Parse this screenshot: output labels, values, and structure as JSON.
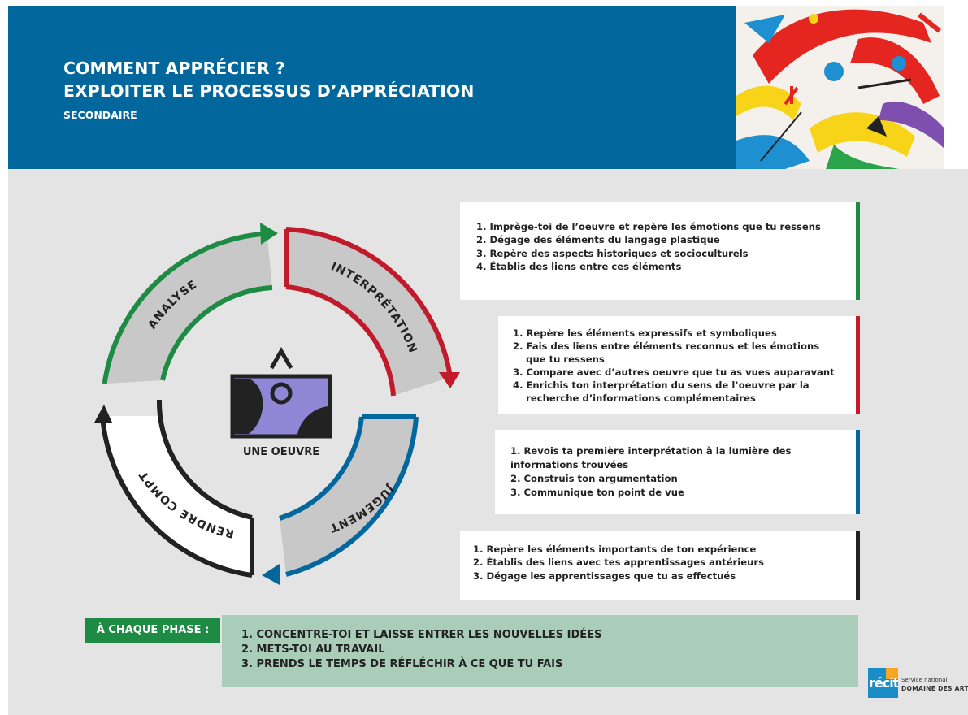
{
  "header": {
    "title_line1": "COMMENT APPRÉCIER ?",
    "title_line2": "EXPLOITER LE PROCESSUS D’APPRÉCIATION",
    "subtitle": "SECONDAIRE"
  },
  "cycle": {
    "center_label": "UNE OEUVRE",
    "segments": [
      {
        "label": "ANALYSE",
        "color": "#1d8b43"
      },
      {
        "label": "INTERPRÉTATION",
        "color": "#c11a2a"
      },
      {
        "label": "JUGEMENT",
        "color": "#02679d"
      },
      {
        "label": "RENDRE COMPTE",
        "color": "#222222"
      }
    ]
  },
  "cards": [
    {
      "color": "#1d8b43",
      "items": [
        "1. Imprège-toi de l’oeuvre et repère les émotions que tu ressens",
        "2. Dégage des éléments du langage plastique",
        "3. Repère des aspects historiques et socioculturels",
        "4.  Établis des liens entre ces éléments"
      ]
    },
    {
      "color": "#c11a2a",
      "items": [
        "1. Repère les éléments expressifs et symboliques",
        "2. Fais des liens entre éléments reconnus et les émotions",
        "    que tu ressens",
        "3. Compare avec d’autres oeuvre que tu as vues auparavant",
        "4. Enrichis ton interprétation du sens de l’oeuvre par la",
        "    recherche d’informations complémentaires"
      ]
    },
    {
      "color": "#02679d",
      "items": [
        "1. Revois ta première interprétation à la lumière des",
        "informations trouvées",
        "2. Construis ton argumentation",
        "3. Communique ton point de vue"
      ]
    },
    {
      "color": "#222222",
      "items": [
        "1. Repère les éléments importants de ton expérience",
        "2. Établis des liens avec tes apprentissages antérieurs",
        "3. Dégage les apprentissages que tu as effectués"
      ]
    }
  ],
  "each_phase": {
    "label": "À CHAQUE PHASE :",
    "items": [
      "1. CONCENTRE-TOI ET LAISSE ENTRER LES NOUVELLES IDÉES",
      "2. METS-TOI AU TRAVAIL",
      "3. PRENDS LE TEMPS DE RÉFLÉCHIR À CE QUE TU FAIS"
    ]
  },
  "logo": {
    "word": "récit",
    "line1": "Service national",
    "line2": "DOMAINE DES ARTS"
  },
  "colors": {
    "header_blue": "#02679d",
    "panel_gray": "#e4e4e4",
    "segment_fill": "#c8c8c8",
    "green_box": "#a9cdb8",
    "green_label": "#1d8b43"
  }
}
